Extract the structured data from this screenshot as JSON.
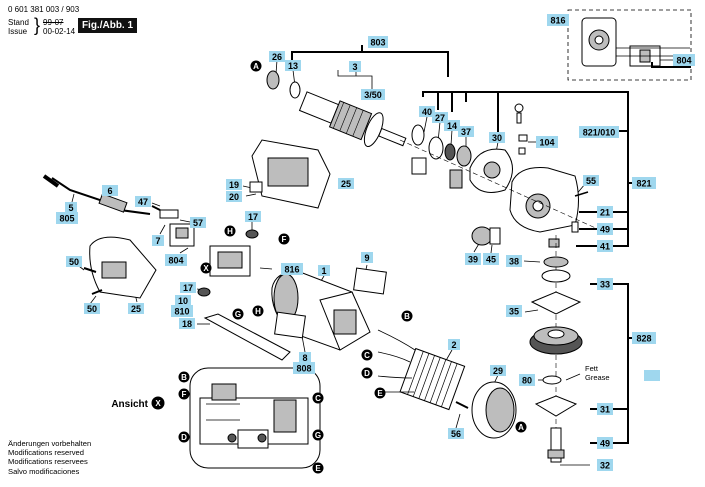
{
  "header": {
    "doc_number": "0 601 381 003 / 903",
    "stand_label": "Stand",
    "issue_label": "Issue",
    "date_old": "99-07",
    "date_new": "00-02-14",
    "figure_label": "Fig./Abb. 1"
  },
  "ansicht": {
    "label": "Ansicht",
    "letter": "X"
  },
  "grease_note": {
    "de": "Fett",
    "en": "Grease"
  },
  "footer": {
    "lines": [
      "Änderungen vorbehalten",
      "Modifications reserved",
      "Modifications reservees",
      "Salvo modificaciones"
    ]
  },
  "part_labels": [
    "816",
    "803",
    "804",
    "26",
    "13",
    "3",
    "3/50",
    "40",
    "27",
    "14",
    "37",
    "30",
    "821/010",
    "104",
    "821",
    "55",
    "21",
    "49",
    "41",
    "6",
    "5",
    "805",
    "47",
    "57",
    "19",
    "20",
    "25",
    "7",
    "17",
    "804",
    "816",
    "50",
    "50",
    "25",
    "1",
    "9",
    "39",
    "45",
    "38",
    "33",
    "35",
    "828",
    "17",
    "10",
    "810",
    "18",
    "2",
    "8",
    "808",
    "29",
    "80",
    "31",
    "49",
    "56",
    "32"
  ],
  "callout_letters": [
    "A",
    "B",
    "C",
    "D",
    "E",
    "F",
    "G",
    "H",
    "X"
  ],
  "colors": {
    "label_fill": "#9fd7ee",
    "ink": "#000000",
    "legend_swatch": "#9fd7ee"
  }
}
